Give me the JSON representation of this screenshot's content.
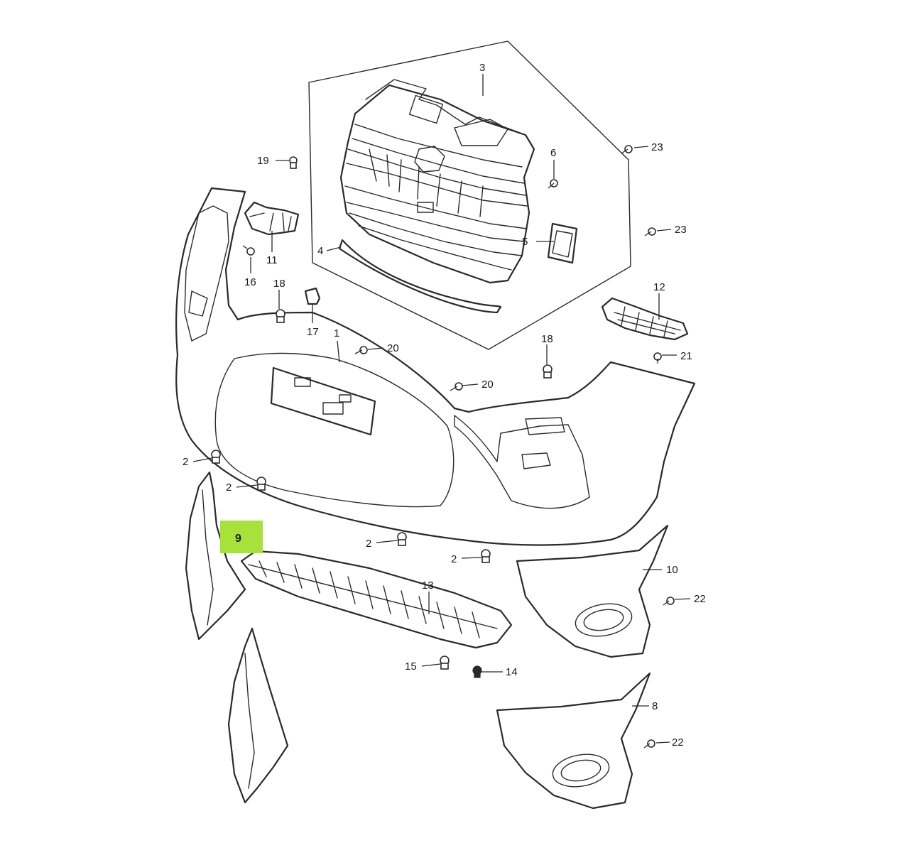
{
  "diagram": {
    "highlight_color": "#a6e23a",
    "line_color": "#2a2a2a",
    "highlighted_part": "9",
    "callouts": {
      "c1": "1",
      "c2a": "2",
      "c2b": "2",
      "c2c": "2",
      "c2d": "2",
      "c3": "3",
      "c4": "4",
      "c5": "5",
      "c6": "6",
      "c8": "8",
      "c10": "10",
      "c11": "11",
      "c12": "12",
      "c13": "13",
      "c14": "14",
      "c15": "15",
      "c16": "16",
      "c17": "17",
      "c18a": "18",
      "c18b": "18",
      "c19": "19",
      "c20a": "20",
      "c20b": "20",
      "c21": "21",
      "c22a": "22",
      "c22b": "22",
      "c23a": "23",
      "c23b": "23"
    }
  }
}
